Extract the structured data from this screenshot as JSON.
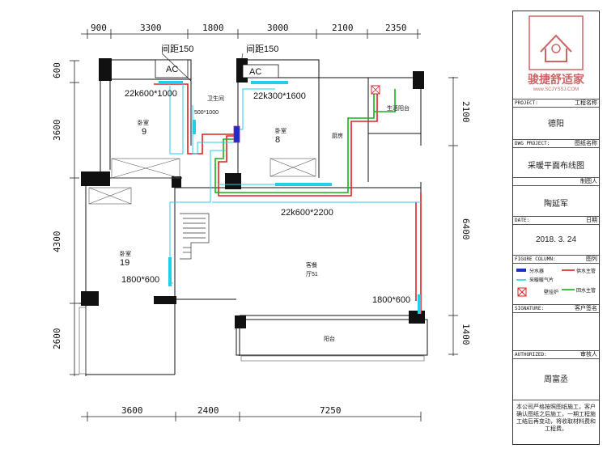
{
  "dimensions": {
    "top": [
      "900",
      "3300",
      "1800",
      "3000",
      "2100",
      "2350"
    ],
    "bottom": [
      "3600",
      "2400",
      "7250"
    ],
    "left": [
      "600",
      "3600",
      "4300",
      "2600"
    ],
    "right": [
      "2100",
      "6400",
      "1400"
    ]
  },
  "plan": {
    "ac_units": [
      "AC",
      "AC"
    ],
    "pipe_spacing": [
      "间距150",
      "间距150"
    ],
    "radiators": [
      "22k600*1000",
      "22k300*1600",
      "22k600*2200",
      "1800*600",
      "1800*600",
      "500*1000"
    ],
    "rooms": {
      "bedroom_nw": {
        "name": "卧室",
        "area": "9"
      },
      "bathroom": {
        "name": "卫生间"
      },
      "bedroom_n": {
        "name": "卧室",
        "area": "8"
      },
      "kitchen": {
        "name": "厨房"
      },
      "balcony_ne": {
        "name": "生活阳台"
      },
      "bedroom_sw": {
        "name": "卧室",
        "area": "19"
      },
      "living": {
        "name": "客餐",
        "area": "厅51"
      },
      "balcony_s": {
        "name": "阳台"
      }
    }
  },
  "title_block": {
    "logo_text": "骏捷舒适家",
    "logo_url": "www.SCJYSSJ.COM",
    "project_label": "PROJECT:",
    "project_cn": "工程名称",
    "project_value": "德阳",
    "dwg_label": "DWG PROJECT:",
    "dwg_cn": "图纸名称",
    "dwg_value": "采暖平面布线图",
    "drafter_cn": "制图人",
    "drafter_value": "陶延军",
    "date_label": "DATE:",
    "date_cn": "日期",
    "date_value": "2018. 3. 24",
    "figure_label": "FIGURE COLUMN:",
    "figure_cn": "图列",
    "legend": {
      "collector": "分水器",
      "supply": "供水主管",
      "heater": "壁挂炉",
      "radiator": "采暖暖气片",
      "return": "回水主管"
    },
    "signature_label": "SIGNATURE:",
    "signature_cn": "客户签名",
    "authorized_label": "AUTHORIZED:",
    "authorized_cn": "审核人",
    "authorized_value": "周富丞",
    "notes": "本公司严格按照图纸施工，客户确认图纸之后施工，一期工程施工结后再变动，将收取材料费和工程费。"
  },
  "colors": {
    "supply": "#e02020",
    "return": "#18b018",
    "radiator": "#20d0e8",
    "collector": "#1830c8",
    "wall": "#111111"
  }
}
